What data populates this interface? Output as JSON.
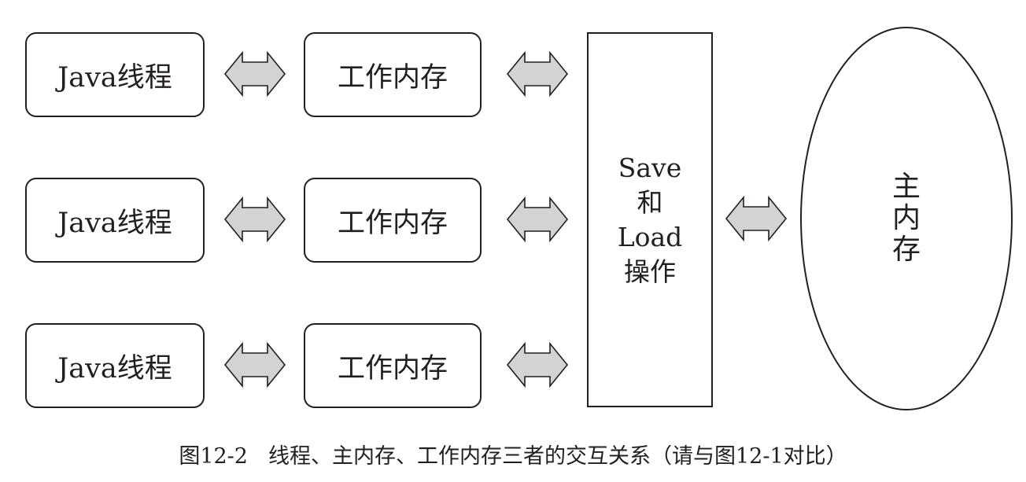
{
  "diagram": {
    "threads": [
      "Java线程",
      "Java线程",
      "Java线程"
    ],
    "working_memories": [
      "工作内存",
      "工作内存",
      "工作内存"
    ],
    "save_load": {
      "lines": [
        "Save",
        "和",
        "Load",
        "操作"
      ]
    },
    "main_memory": {
      "lines": [
        "主",
        "内",
        "存"
      ]
    }
  },
  "caption": {
    "figure_number": "图12-2",
    "text": "线程、主内存、工作内存三者的交互关系（请与图12-1对比）"
  },
  "colors": {
    "stroke": "#231f20",
    "arrow_fill": "#d2d3d5",
    "background": "#ffffff"
  }
}
